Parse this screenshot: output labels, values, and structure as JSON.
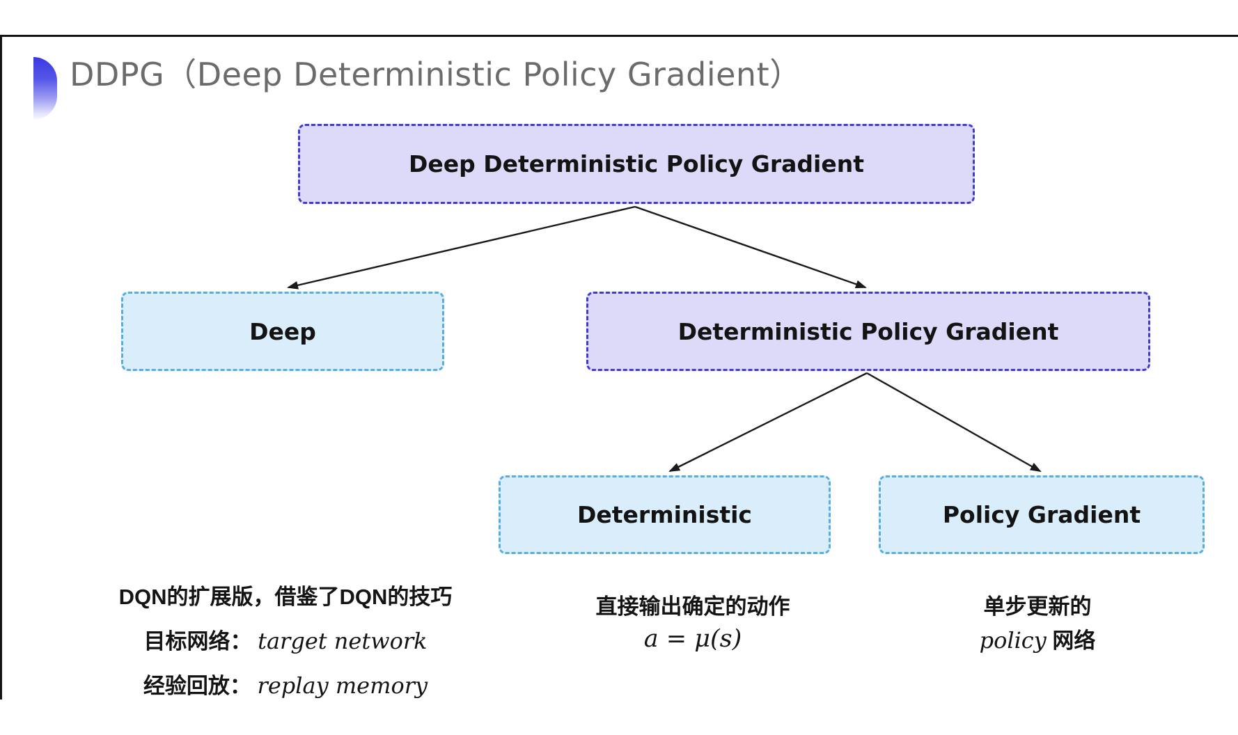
{
  "slide": {
    "title": "DDPG（Deep Deterministic Policy Gradient）"
  },
  "colors": {
    "purple_fill": "#dcdaf8",
    "purple_border": "#3c3cd2",
    "cyan_fill": "#d9eefa",
    "cyan_border": "#57ade0",
    "arrow": "#1a1a1a",
    "title_text": "#6b6b6b",
    "bullet_gradient_top": "#3939e2",
    "bullet_gradient_bottom": "#f9f9ff"
  },
  "tree": {
    "root": {
      "label": "Deep Deterministic Policy Gradient"
    },
    "children": [
      {
        "label": "Deep"
      },
      {
        "label": "Deterministic Policy Gradient"
      }
    ],
    "grandchildren": [
      {
        "label": "Deterministic"
      },
      {
        "label": "Policy Gradient"
      }
    ]
  },
  "notes": {
    "deep": {
      "line1": "DQN的扩展版，借鉴了DQN的技巧",
      "line2_label": "目标网络：",
      "line2_term": "target network",
      "line3_label": "经验回放：",
      "line3_term": "replay memory"
    },
    "deterministic": {
      "line1": "直接输出确定的动作",
      "formula": "a = μ(s)"
    },
    "policy_gradient": {
      "line1": "单步更新的",
      "line2_term": "policy",
      "line2_rest": " 网络"
    }
  }
}
